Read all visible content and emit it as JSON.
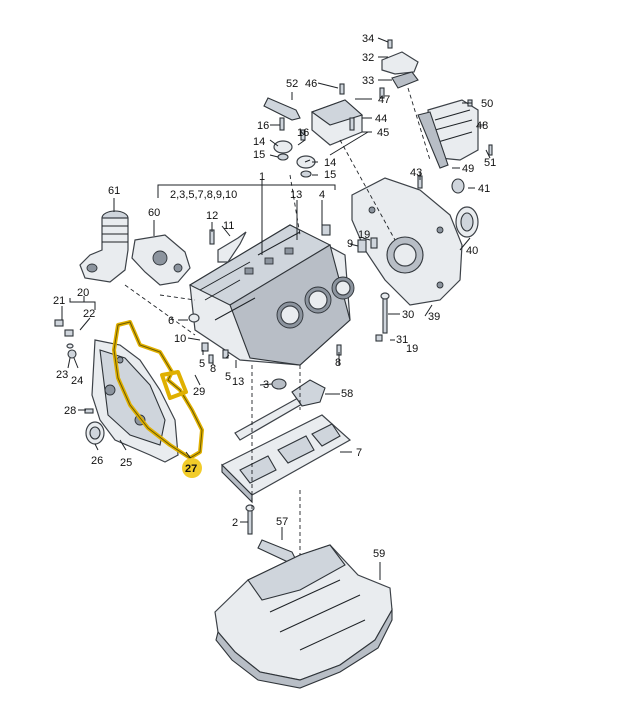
{
  "diagram": {
    "highlight_color": "#f2cc2a",
    "callouts": {
      "c1": "1",
      "c1_list": "2,3,5,7,8,9,10",
      "c2": "2",
      "c3": "3",
      "c4": "4",
      "c5a": "5",
      "c5b": "5",
      "c6": "6",
      "c7": "7",
      "c8a": "8",
      "c8b": "8",
      "c9": "9",
      "c10": "10",
      "c11": "11",
      "c12": "12",
      "c13a": "13",
      "c13b": "13",
      "c14a": "14",
      "c14b": "14",
      "c15a": "15",
      "c15b": "15",
      "c16a": "16",
      "c16b": "16",
      "c19a": "19",
      "c19b": "19",
      "c20": "20",
      "c21": "21",
      "c22": "22",
      "c23": "23",
      "c24": "24",
      "c25": "25",
      "c26": "26",
      "c27": "27",
      "c28": "28",
      "c29": "29",
      "c30": "30",
      "c31": "31",
      "c32": "32",
      "c33": "33",
      "c34": "34",
      "c39": "39",
      "c40": "40",
      "c41": "41",
      "c43": "43",
      "c44": "44",
      "c45": "45",
      "c46": "46",
      "c47": "47",
      "c48": "48",
      "c49": "49",
      "c50": "50",
      "c51": "51",
      "c52": "52",
      "c57": "57",
      "c58": "58",
      "c59": "59",
      "c60": "60",
      "c61": "61"
    }
  }
}
